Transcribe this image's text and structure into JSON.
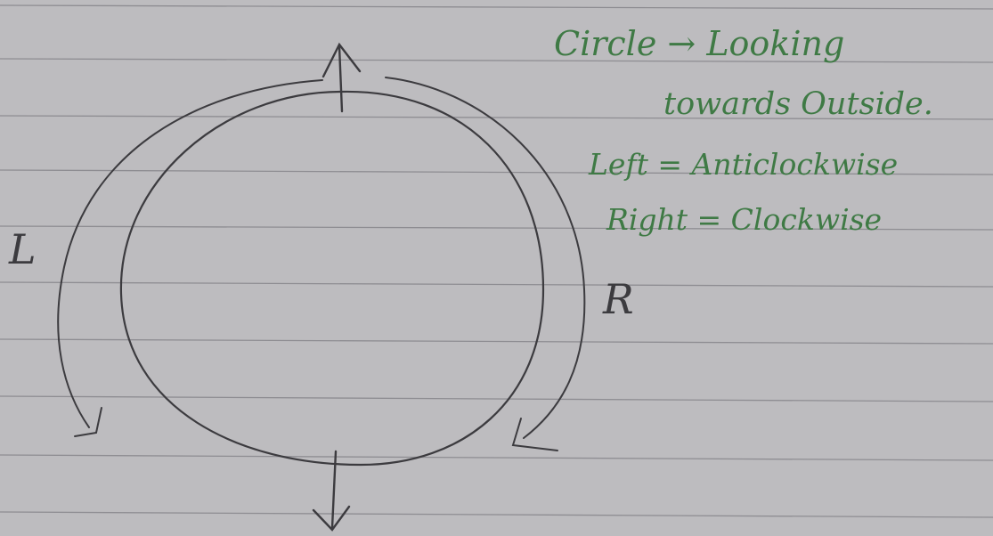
{
  "diagram": {
    "left_label": "L",
    "right_label": "R"
  },
  "notes": {
    "line1": "Circle → Looking",
    "line2": "towards Outside.",
    "line3": "Left = Anticlockwise",
    "line4": "Right = Clockwise"
  },
  "colors": {
    "paper": "#bdbcbf",
    "rule_line": "#8e8d92",
    "pencil": "#3c3b3f",
    "green_ink": "#3f7a45"
  }
}
